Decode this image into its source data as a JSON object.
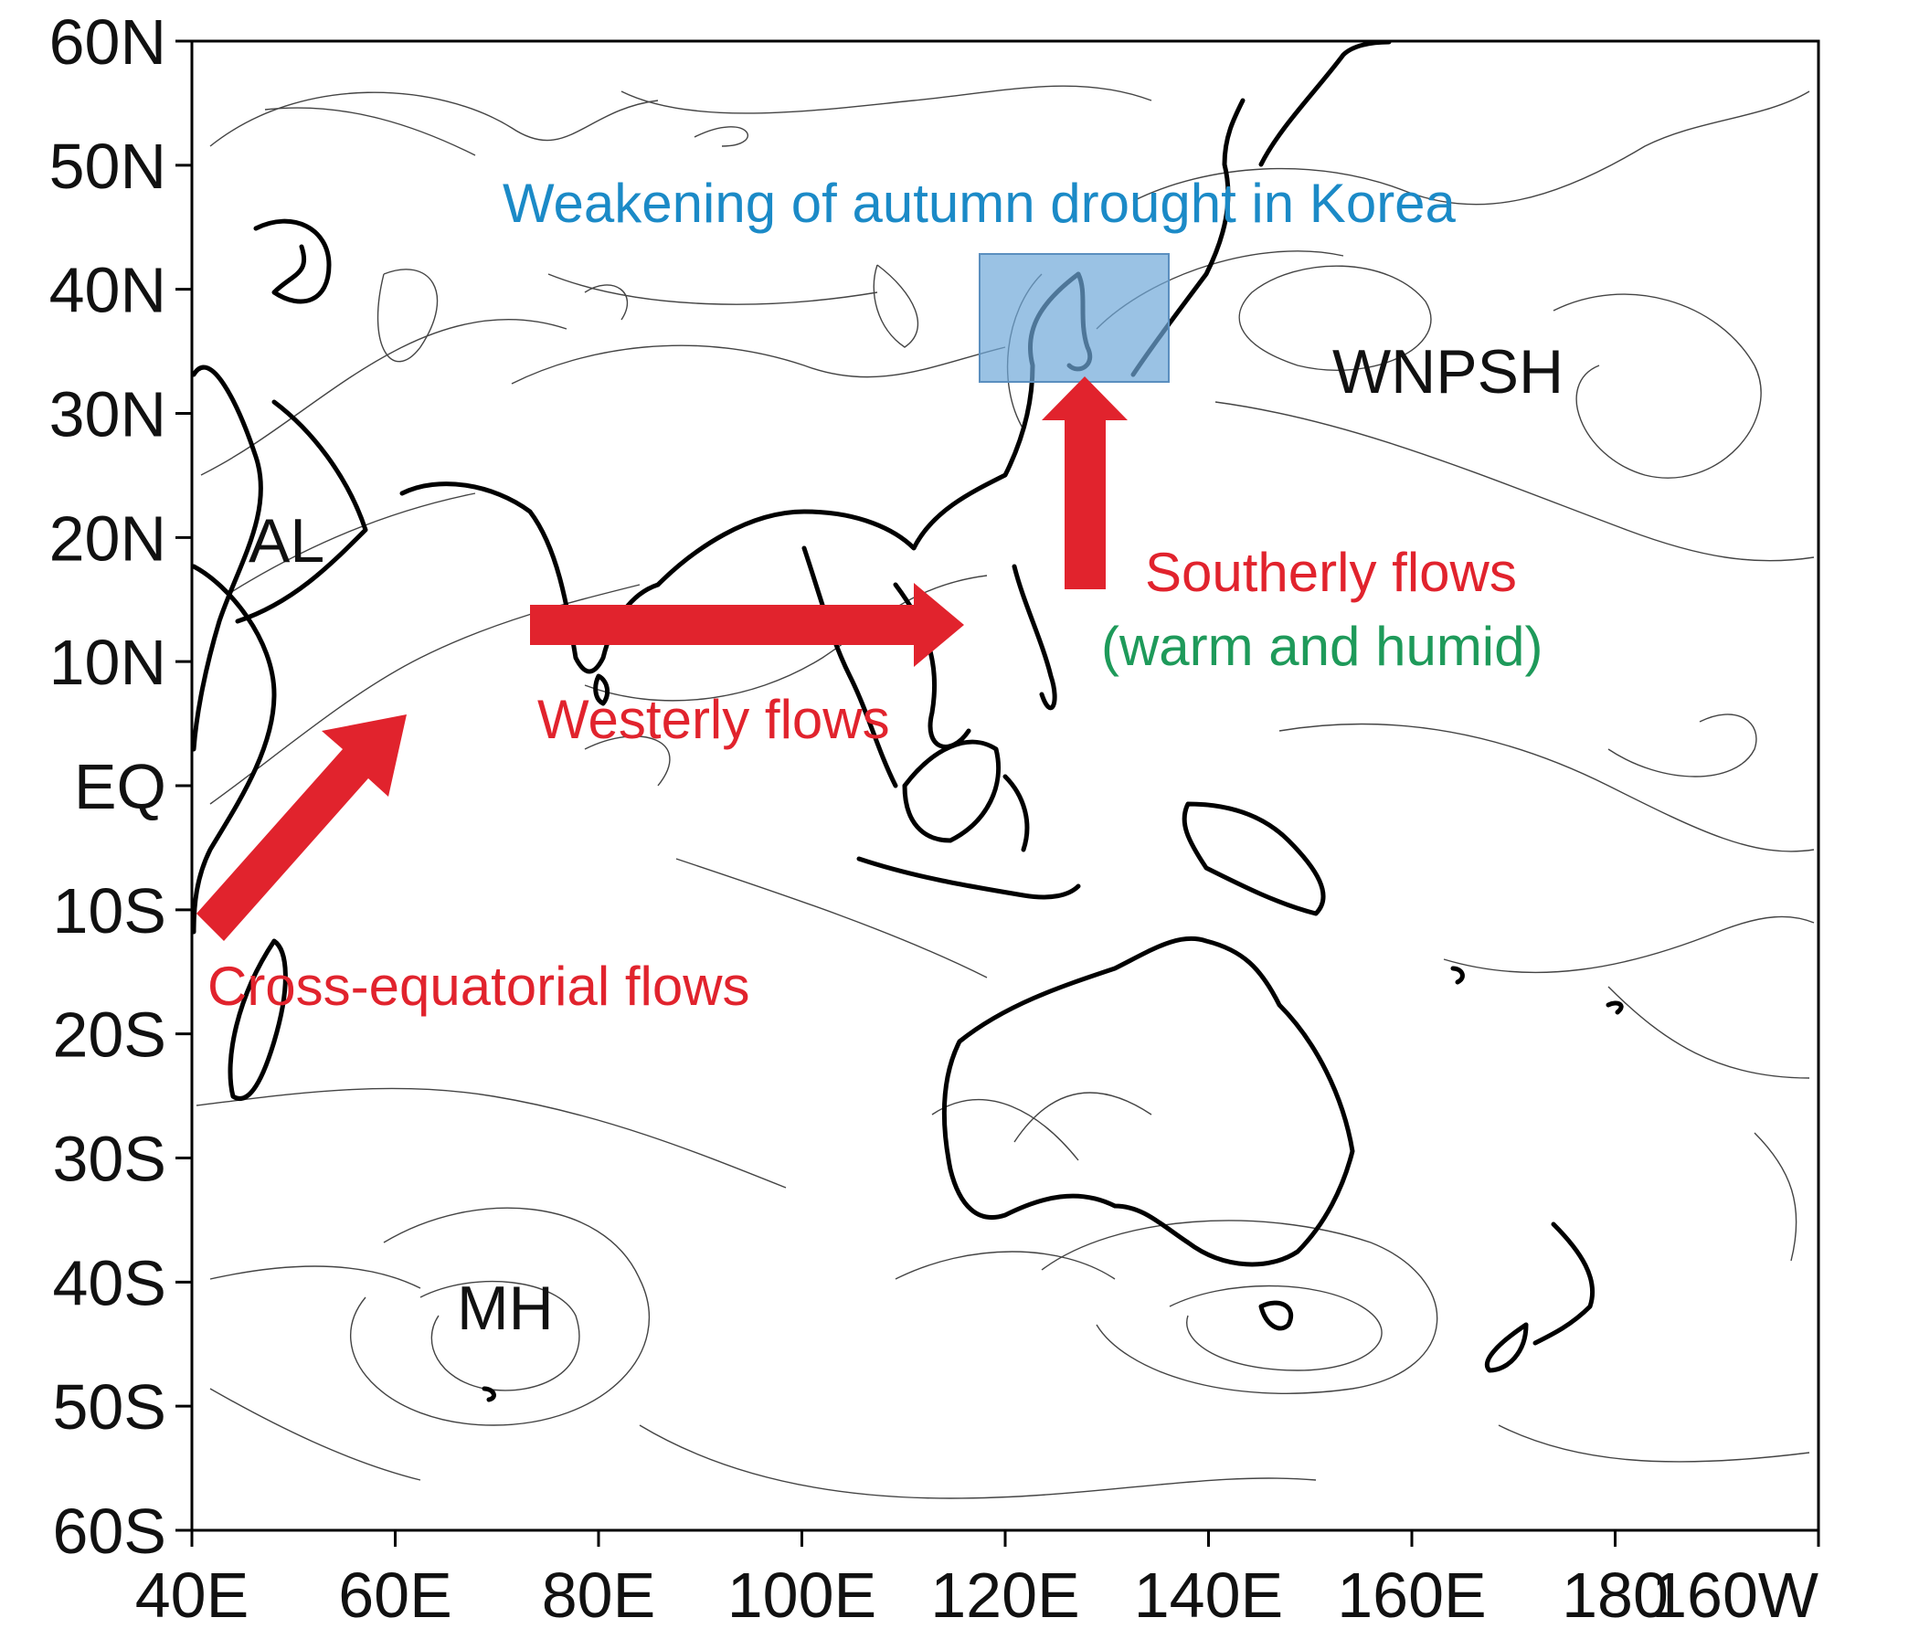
{
  "map": {
    "y_tick_labels": [
      "60N",
      "50N",
      "40N",
      "30N",
      "20N",
      "10N",
      "EQ",
      "10S",
      "20S",
      "30S",
      "40S",
      "50S",
      "60S"
    ],
    "x_tick_labels": [
      "40E",
      "60E",
      "80E",
      "100E",
      "120E",
      "140E",
      "160E",
      "180",
      "160W"
    ],
    "lat_range": [
      -60,
      60
    ],
    "lon_range": [
      40,
      200
    ]
  },
  "regions": {
    "al": "AL",
    "wnpsh": "WNPSH",
    "mh": "MH"
  },
  "annotations": {
    "korea": "Weakening of autumn drought in Korea",
    "southerly": "Southerly flows",
    "southerly_sub": "(warm and humid)",
    "westerly": "Westerly flows",
    "cross_equatorial": "Cross-equatorial flows"
  },
  "colors": {
    "arrow": "#e1232d",
    "highlight_box": "#6fa8d8",
    "annotation_blue": "#1b8ac7",
    "annotation_green": "#1e9a5a"
  }
}
